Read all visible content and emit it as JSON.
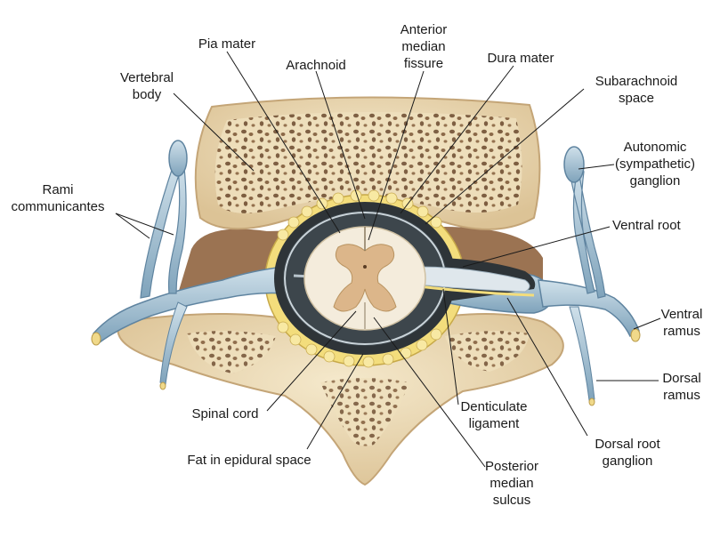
{
  "labels": {
    "pia_mater": "Pia mater",
    "arachnoid": "Arachnoid",
    "anterior_median_fissure": [
      "Anterior",
      "median",
      "fissure"
    ],
    "dura_mater": "Dura mater",
    "subarachnoid_space": [
      "Subarachnoid",
      "space"
    ],
    "vertebral_body": [
      "Vertebral",
      "body"
    ],
    "autonomic_ganglion": [
      "Autonomic",
      "(sympathetic)",
      "ganglion"
    ],
    "rami_communicantes": [
      "Rami",
      "communicantes"
    ],
    "ventral_root": "Ventral root",
    "ventral_ramus": [
      "Ventral",
      "ramus"
    ],
    "dorsal_ramus": [
      "Dorsal",
      "ramus"
    ],
    "spinal_cord": "Spinal cord",
    "denticulate_ligament": [
      "Denticulate",
      "ligament"
    ],
    "dorsal_root_ganglion": [
      "Dorsal root",
      "ganglion"
    ],
    "fat_in_epidural_space": "Fat in epidural space",
    "posterior_median_sulcus": [
      "Posterior",
      "median",
      "sulcus"
    ]
  },
  "colors": {
    "bone": "#efe0bd",
    "bone_dark": "#c9a979",
    "nerve": "#a9c6d8",
    "nerve_dark": "#6d93ab",
    "fat": "#f3dd7c",
    "dura": "#2e3438",
    "white_matter": "#f4ecdc",
    "gray_matter": "#dcb68a"
  }
}
